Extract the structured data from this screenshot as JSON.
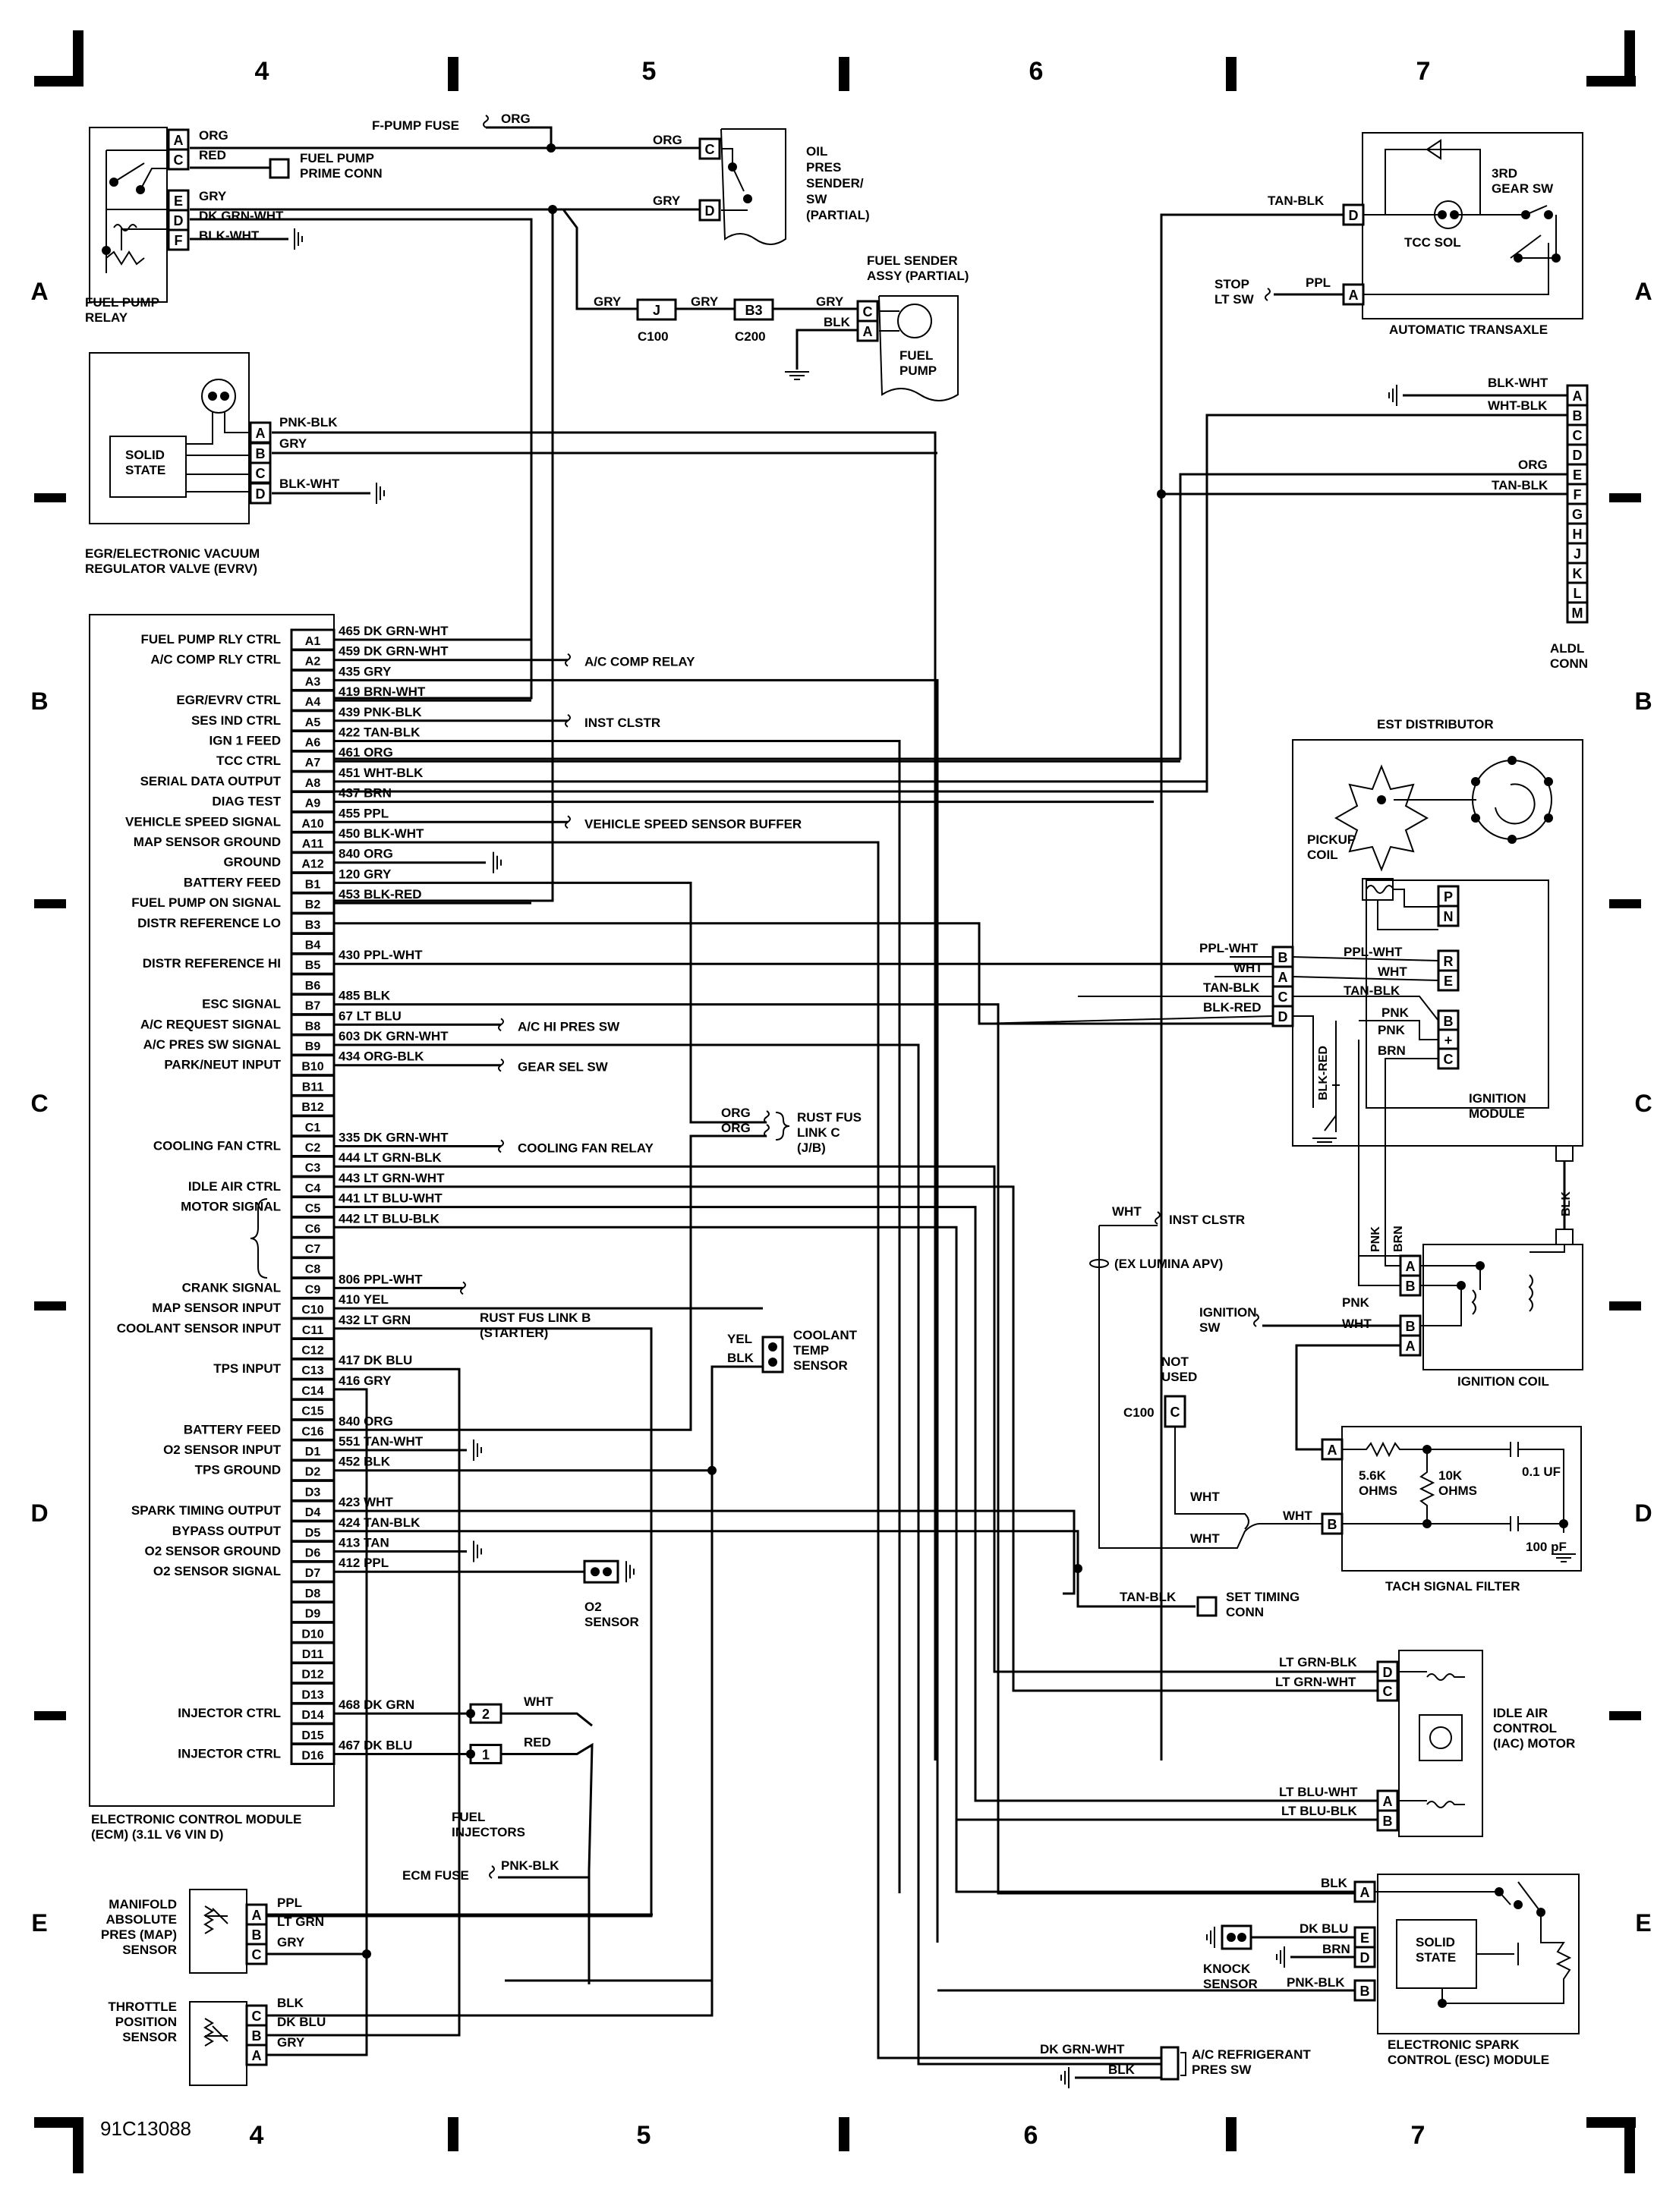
{
  "drawing_id": "91C13088",
  "columns": [
    "4",
    "5",
    "6",
    "7"
  ],
  "rows": [
    "A",
    "B",
    "C",
    "D",
    "E"
  ],
  "ecm": {
    "title": [
      "ELECTRONIC CONTROL MODULE",
      "(ECM) (3.1L V6 VIN D)"
    ],
    "pins": [
      "A1",
      "A2",
      "A3",
      "A4",
      "A5",
      "A6",
      "A7",
      "A8",
      "A9",
      "A10",
      "A11",
      "A12",
      "B1",
      "B2",
      "B3",
      "B4",
      "B5",
      "B6",
      "B7",
      "B8",
      "B9",
      "B10",
      "B11",
      "B12",
      "C1",
      "C2",
      "C3",
      "C4",
      "C5",
      "C6",
      "C7",
      "C8",
      "C9",
      "C10",
      "C11",
      "C12",
      "C13",
      "C14",
      "C15",
      "C16",
      "D1",
      "D2",
      "D3",
      "D4",
      "D5",
      "D6",
      "D7",
      "D8",
      "D9",
      "D10",
      "D11",
      "D12",
      "D13",
      "D14",
      "D15",
      "D16"
    ],
    "functions": [
      {
        "pin": "A1",
        "label": "FUEL PUMP RLY CTRL",
        "wire": "465 DK GRN-WHT"
      },
      {
        "pin": "A2",
        "label": "A/C COMP RLY CTRL",
        "wire": "459 DK GRN-WHT"
      },
      {
        "pin": "A3",
        "label": "",
        "wire": "435 GRY"
      },
      {
        "pin": "A4",
        "label": "EGR/EVRV CTRL",
        "wire": "419 BRN-WHT"
      },
      {
        "pin": "A5",
        "label": "SES IND CTRL",
        "wire": "439 PNK-BLK"
      },
      {
        "pin": "A6",
        "label": "IGN 1 FEED",
        "wire": "422 TAN-BLK"
      },
      {
        "pin": "A7",
        "label": "TCC CTRL",
        "wire": "461 ORG"
      },
      {
        "pin": "A8",
        "label": "SERIAL DATA OUTPUT",
        "wire": "451 WHT-BLK"
      },
      {
        "pin": "A9",
        "label": "DIAG TEST",
        "wire": "437 BRN"
      },
      {
        "pin": "A10",
        "label": "VEHICLE SPEED SIGNAL",
        "wire": "455 PPL"
      },
      {
        "pin": "A11",
        "label": "MAP SENSOR GROUND",
        "wire": "450 BLK-WHT"
      },
      {
        "pin": "A12",
        "label": "GROUND",
        "wire": "840 ORG"
      },
      {
        "pin": "B1",
        "label": "BATTERY FEED",
        "wire": "120 GRY"
      },
      {
        "pin": "B2",
        "label": "FUEL PUMP ON SIGNAL",
        "wire": "453 BLK-RED"
      },
      {
        "pin": "B3",
        "label": "DISTR REFERENCE LO",
        "wire": ""
      },
      {
        "pin": "B5",
        "label": "DISTR REFERENCE HI",
        "wire": "430 PPL-WHT"
      },
      {
        "pin": "B7",
        "label": "ESC SIGNAL",
        "wire": "485 BLK"
      },
      {
        "pin": "B8",
        "label": "A/C REQUEST SIGNAL",
        "wire": "67 LT BLU"
      },
      {
        "pin": "B9",
        "label": "A/C PRES SW SIGNAL",
        "wire": "603 DK GRN-WHT"
      },
      {
        "pin": "B10",
        "label": "PARK/NEUT INPUT",
        "wire": "434 ORG-BLK"
      },
      {
        "pin": "C2",
        "label": "COOLING FAN CTRL",
        "wire": "335 DK GRN-WHT"
      },
      {
        "pin": "C3",
        "label": "",
        "wire": "444 LT GRN-BLK"
      },
      {
        "pin": "C4",
        "label": "IDLE AIR CTRL",
        "wire": "443 LT GRN-WHT"
      },
      {
        "pin": "C5",
        "label": "MOTOR SIGNAL",
        "wire": "441 LT BLU-WHT"
      },
      {
        "pin": "C6",
        "label": "",
        "wire": "442 LT BLU-BLK"
      },
      {
        "pin": "C9",
        "label": "CRANK SIGNAL",
        "wire": "806 PPL-WHT"
      },
      {
        "pin": "C10",
        "label": "MAP SENSOR INPUT",
        "wire": "410 YEL"
      },
      {
        "pin": "C11",
        "label": "COOLANT SENSOR INPUT",
        "wire": "432 LT GRN"
      },
      {
        "pin": "C13",
        "label": "TPS INPUT",
        "wire": "417 DK BLU"
      },
      {
        "pin": "C14",
        "label": "",
        "wire": "416 GRY"
      },
      {
        "pin": "C16",
        "label": "BATTERY FEED",
        "wire": "840 ORG"
      },
      {
        "pin": "D1",
        "label": "O2 SENSOR INPUT",
        "wire": "551 TAN-WHT"
      },
      {
        "pin": "D2",
        "label": "TPS GROUND",
        "wire": "452 BLK"
      },
      {
        "pin": "D4",
        "label": "SPARK TIMING OUTPUT",
        "wire": "423 WHT"
      },
      {
        "pin": "D5",
        "label": "BYPASS OUTPUT",
        "wire": "424 TAN-BLK"
      },
      {
        "pin": "D6",
        "label": "O2 SENSOR GROUND",
        "wire": "413 TAN"
      },
      {
        "pin": "D7",
        "label": "O2 SENSOR SIGNAL",
        "wire": "412 PPL"
      },
      {
        "pin": "D14",
        "label": "INJECTOR CTRL",
        "wire": "468 DK GRN"
      },
      {
        "pin": "D16",
        "label": "INJECTOR CTRL",
        "wire": "467 DK BLU"
      }
    ]
  },
  "targets": {
    "ac_comp_relay": "A/C COMP RELAY",
    "inst_clstr": "INST CLSTR",
    "vss_buffer": "VEHICLE SPEED SENSOR BUFFER",
    "ac_hi_pres_sw": "A/C HI PRES SW",
    "gear_sel_sw": "GEAR SEL SW",
    "cooling_fan_relay": "COOLING FAN RELAY",
    "rust_fus_link_b": [
      "RUST FUS LINK B",
      "(STARTER)"
    ],
    "rust_fus_link_c": [
      "RUST FUS",
      "LINK C",
      "(J/B)"
    ],
    "rust_c_wires": [
      "ORG",
      "ORG"
    ],
    "inst_clstr2": "INST CLSTR",
    "ex_lumina": "(EX LUMINA APV)",
    "wht": "WHT"
  },
  "fuel_pump_relay": {
    "title": [
      "FUEL PUMP",
      "RELAY"
    ],
    "pins": [
      "A",
      "C",
      "E",
      "D",
      "F"
    ],
    "wires": [
      "ORG",
      "RED",
      "GRY",
      "DK GRN-WHT",
      "BLK-WHT"
    ],
    "prime_conn": [
      "FUEL PUMP",
      "PRIME CONN"
    ]
  },
  "fpump_fuse": "F-PUMP FUSE",
  "fpump_fuse_wire": "ORG",
  "oil_pres": {
    "title": [
      "OIL",
      "PRES",
      "SENDER/",
      "SW",
      "(PARTIAL)"
    ],
    "pins": [
      "C",
      "D"
    ],
    "wires": [
      "ORG",
      "GRY"
    ]
  },
  "fuel_sender": {
    "title": [
      "FUEL SENDER",
      "ASSY (PARTIAL)"
    ],
    "pump": [
      "FUEL",
      "PUMP"
    ],
    "pins": [
      "C",
      "A"
    ],
    "wires": [
      "GRY",
      "BLK"
    ]
  },
  "c100": {
    "pin": "J",
    "label": "C100",
    "wire_in": "GRY",
    "wire_out": "GRY"
  },
  "c200": {
    "pin": "B3",
    "label": "C200"
  },
  "evrv": {
    "title": [
      "EGR/ELECTRONIC VACUUM",
      "REGULATOR VALVE (EVRV)"
    ],
    "inner": [
      "SOLID",
      "STATE"
    ],
    "pins": [
      "A",
      "B",
      "C",
      "D"
    ],
    "wires": [
      "PNK-BLK",
      "GRY",
      "",
      "BLK-WHT"
    ]
  },
  "transaxle": {
    "title": "AUTOMATIC TRANSAXLE",
    "gear_sw": [
      "3RD",
      "GEAR SW"
    ],
    "tcc": "TCC SOL",
    "pins": [
      "D",
      "A"
    ],
    "wires": [
      "TAN-BLK",
      "PPL"
    ],
    "stop_lt": [
      "STOP",
      "LT SW"
    ]
  },
  "aldl": {
    "title": [
      "ALDL",
      "CONN"
    ],
    "pins": [
      "A",
      "B",
      "C",
      "D",
      "E",
      "F",
      "G",
      "H",
      "J",
      "K",
      "L",
      "M"
    ],
    "wires": [
      "BLK-WHT",
      "WHT-BLK",
      "",
      "",
      "ORG",
      "TAN-BLK"
    ]
  },
  "distributor": {
    "title": "EST DISTRIBUTOR",
    "pickup": [
      "PICKUP",
      "COIL"
    ],
    "module": [
      "IGNITION",
      "MODULE"
    ],
    "ext_pins": [
      "B",
      "A",
      "C",
      "D"
    ],
    "ext_wires": [
      "PPL-WHT",
      "WHT",
      "TAN-BLK",
      "BLK-RED"
    ],
    "mod_pins": [
      "P",
      "N",
      "R",
      "E",
      "B",
      "+",
      "C"
    ],
    "mod_wires": [
      "PPL-WHT",
      "WHT",
      "TAN-BLK",
      "PNK",
      "PNK",
      "BRN"
    ],
    "blk_red": "BLK-RED",
    "blk": "BLK"
  },
  "ignition_coil": {
    "title": "IGNITION COIL",
    "pins": [
      "A",
      "B",
      "B",
      "A"
    ],
    "wires": [
      "PNK",
      "BRN",
      "PNK",
      "WHT"
    ],
    "ign_sw": [
      "IGNITION",
      "SW"
    ]
  },
  "tach_filter": {
    "title": "TACH SIGNAL FILTER",
    "pins": [
      "A",
      "B"
    ],
    "r1": [
      "5.6K",
      "OHMS"
    ],
    "r2": [
      "10K",
      "OHMS"
    ],
    "c1": "0.1 UF",
    "c2": "100 pF",
    "wire": "WHT"
  },
  "not_used": [
    "NOT",
    "USED"
  ],
  "c100b": {
    "label": "C100",
    "pin": "C"
  },
  "wht_labels": [
    "WHT",
    "WHT"
  ],
  "set_timing": {
    "wire": "TAN-BLK",
    "label": [
      "SET TIMING",
      "CONN"
    ]
  },
  "coolant": {
    "title": [
      "COOLANT",
      "TEMP",
      "SENSOR"
    ],
    "wires": [
      "YEL",
      "BLK"
    ]
  },
  "o2": {
    "title": [
      "O2",
      "SENSOR"
    ]
  },
  "injectors": {
    "title": [
      "FUEL",
      "INJECTORS"
    ],
    "pins": [
      "2",
      "1"
    ],
    "wires": [
      "WHT",
      "RED"
    ]
  },
  "ecm_fuse": {
    "label": "ECM FUSE",
    "wire": "PNK-BLK"
  },
  "iac": {
    "title": [
      "IDLE AIR",
      "CONTROL",
      "(IAC) MOTOR"
    ],
    "pins": [
      "D",
      "C",
      "A",
      "B"
    ],
    "wires": [
      "LT GRN-BLK",
      "LT GRN-WHT",
      "LT BLU-WHT",
      "LT BLU-BLK"
    ]
  },
  "map": {
    "title": [
      "MANIFOLD",
      "ABSOLUTE",
      "PRES (MAP)",
      "SENSOR"
    ],
    "pins": [
      "A",
      "B",
      "C"
    ],
    "wires": [
      "PPL",
      "LT GRN",
      "GRY"
    ]
  },
  "tps": {
    "title": [
      "THROTTLE",
      "POSITION",
      "SENSOR"
    ],
    "pins": [
      "C",
      "B",
      "A"
    ],
    "wires": [
      "BLK",
      "DK BLU",
      "GRY"
    ]
  },
  "esc": {
    "title": [
      "ELECTRONIC SPARK",
      "CONTROL (ESC) MODULE"
    ],
    "inner": [
      "SOLID",
      "STATE"
    ],
    "pins": [
      "A",
      "E",
      "D",
      "B"
    ],
    "wires": [
      "BLK",
      "DK BLU",
      "BRN",
      "PNK-BLK"
    ]
  },
  "knock": {
    "title": [
      "KNOCK",
      "SENSOR"
    ]
  },
  "ac_ref": {
    "title": [
      "A/C REFRIGERANT",
      "PRES SW"
    ],
    "wires": [
      "DK GRN-WHT",
      "BLK"
    ]
  }
}
